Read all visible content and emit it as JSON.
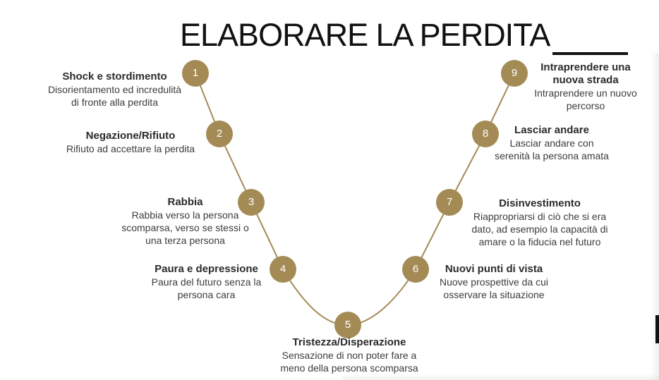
{
  "title": "ELABORARE LA PERDITA",
  "accent_color": "#a48b56",
  "stages": [
    {
      "number": "1",
      "heading": "Shock e stordimento",
      "description": "Disorientamento ed incredulità\ndi fronte alla perdita"
    },
    {
      "number": "2",
      "heading": "Negazione/Rifiuto",
      "description": "Rifiuto ad accettare la perdita"
    },
    {
      "number": "3",
      "heading": "Rabbia",
      "description": "Rabbia verso la persona\nscomparsa, verso se stessi o\nuna terza persona"
    },
    {
      "number": "4",
      "heading": "Paura e depressione",
      "description": "Paura del futuro senza la\npersona cara"
    },
    {
      "number": "5",
      "heading": "Tristezza/Disperazione",
      "description": "Sensazione di non poter fare a\nmeno della persona scomparsa"
    },
    {
      "number": "6",
      "heading": "Nuovi punti di vista",
      "description": "Nuove prospettive da cui\nosservare la situazione"
    },
    {
      "number": "7",
      "heading": "Disinvestimento",
      "description": "Riappropriarsi di ciò che si era\ndato, ad esempio la capacità di\namare o la fiducia nel futuro"
    },
    {
      "number": "8",
      "heading": "Lasciar andare",
      "description": "Lasciar andare con\nserenità la persona amata"
    },
    {
      "number": "9",
      "heading": "Intraprendere  una\nnuova strada",
      "description": "Intraprendere un nuovo\npercorso"
    }
  ]
}
